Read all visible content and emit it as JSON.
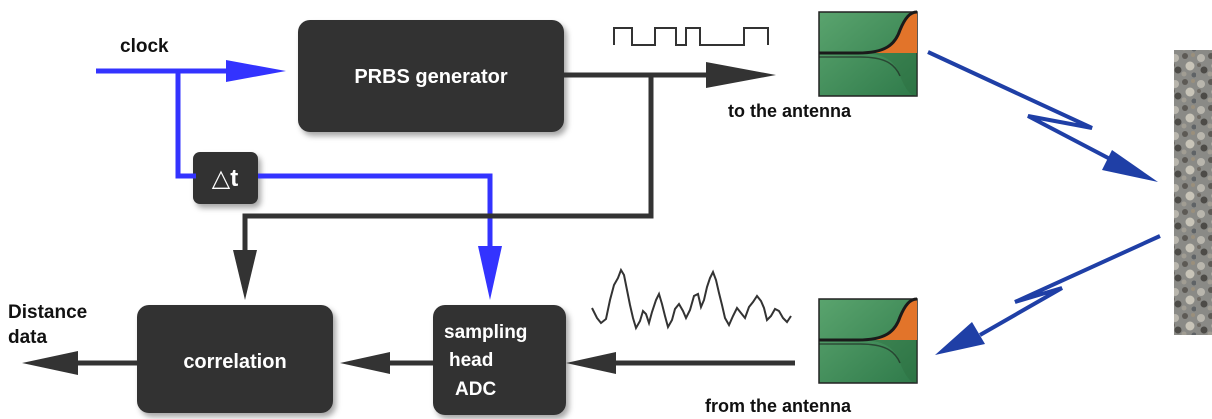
{
  "labels": {
    "clock": "clock",
    "prbs_generator": "PRBS generator",
    "delay": "△t",
    "to_antenna": "to the antenna",
    "from_antenna": "from the antenna",
    "correlation": "correlation",
    "sampling_line1": "sampling",
    "sampling_line2": "head",
    "sampling_line3": "ADC",
    "distance_line1": "Distance",
    "distance_line2": "data"
  },
  "colors": {
    "block": "#333333",
    "signal_line": "#333333",
    "clock_line": "#3333ff",
    "radio_path": "#1f3fa6",
    "antenna_green": "#3f8f5a",
    "antenna_orange": "#e2742a"
  },
  "icons": [
    "square-wave-icon",
    "noise-waveform-icon",
    "antenna-icon",
    "antenna-icon",
    "gravel-target-icon",
    "lightning-signal-icon"
  ]
}
